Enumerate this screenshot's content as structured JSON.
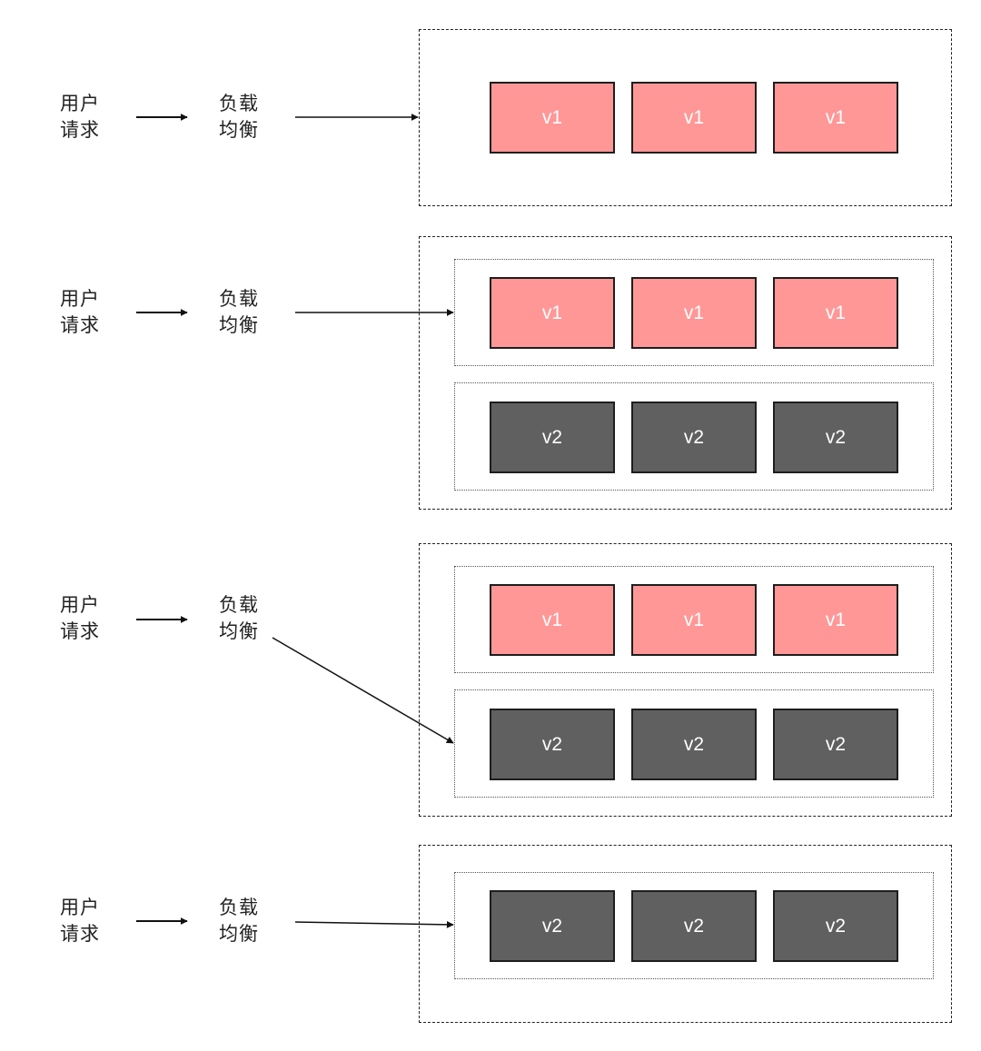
{
  "labels": {
    "user_request": "用户\n请求",
    "load_balancer": "负载\n均衡"
  },
  "versions": {
    "v1": "v1",
    "v2": "v2"
  },
  "colors": {
    "v1_fill": "#ff9797",
    "v2_fill": "#606060",
    "line": "#111111"
  },
  "stages": [
    {
      "groups": [
        [
          "v1",
          "v1",
          "v1"
        ]
      ],
      "routed_to": "v1"
    },
    {
      "groups": [
        [
          "v1",
          "v1",
          "v1"
        ],
        [
          "v2",
          "v2",
          "v2"
        ]
      ],
      "routed_to": "v1"
    },
    {
      "groups": [
        [
          "v1",
          "v1",
          "v1"
        ],
        [
          "v2",
          "v2",
          "v2"
        ]
      ],
      "routed_to": "v2"
    },
    {
      "groups": [
        [
          "v2",
          "v2",
          "v2"
        ]
      ],
      "routed_to": "v2"
    }
  ]
}
